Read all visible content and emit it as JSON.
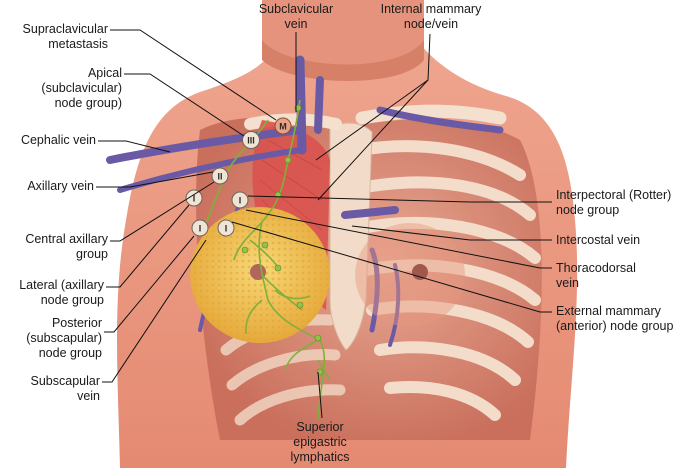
{
  "labels": {
    "supraclavicular": [
      "Supraclavicular",
      "metastasis"
    ],
    "apical": [
      "Apical",
      "(subclavicular)",
      "node group)"
    ],
    "cephalic": [
      "Cephalic vein"
    ],
    "axillary_vein": [
      "Axillary vein"
    ],
    "central_axillary": [
      "Central axillary",
      "group"
    ],
    "lateral": [
      "Lateral (axillary",
      "node group"
    ],
    "posterior": [
      "Posterior",
      "(subscapular)",
      "node group"
    ],
    "subscapular": [
      "Subscapular",
      "vein"
    ],
    "subclavicular_vein": [
      "Subclavicular",
      "vein"
    ],
    "internal_mammary": [
      "Internal mammary",
      "node/vein"
    ],
    "interpectoral": [
      "Interpectoral (Rotter)",
      "node group"
    ],
    "intercostal": [
      "Intercostal vein"
    ],
    "thoracodorsal": [
      "Thoracodorsal",
      "vein"
    ],
    "external_mammary": [
      "External mammary",
      "(anterior) node group"
    ],
    "superior_epigastric": [
      "Superior",
      "epigastric",
      "lymphatics"
    ]
  },
  "node_markers": {
    "m": "M",
    "iii": "III",
    "ii": "II",
    "i_a": "I",
    "i_b": "I",
    "i_c": "I",
    "i_d": "I"
  },
  "colors": {
    "skin": "#e9957f",
    "skin_shadow": "#d5735f",
    "bone": "#f3d9c6",
    "muscle": "#d9534f",
    "vein": "#6c5aa8",
    "lymph": "#7fb03a",
    "breast": "#f0c24a",
    "nipple": "#a0574d",
    "leader": "#111111"
  }
}
